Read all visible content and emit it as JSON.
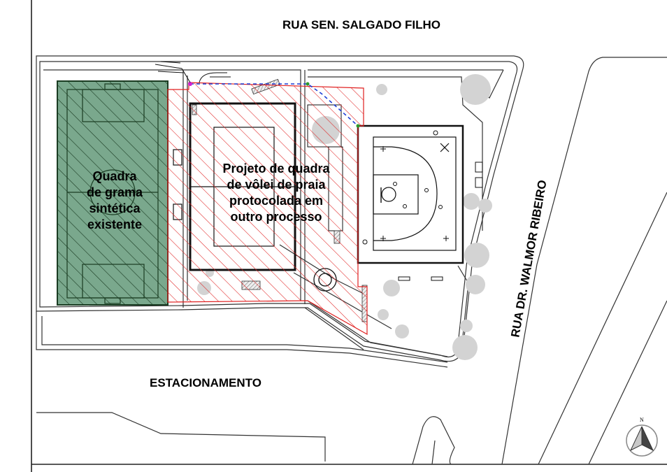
{
  "streets": {
    "top": "RUA SEN. SALGADO FILHO",
    "right": "RUA DR. WALMOR RIBEIRO"
  },
  "areas": {
    "parking": "ESTACIONAMENTO",
    "grass_court": [
      "Quadra",
      "de grama",
      "sintética",
      "existente"
    ],
    "volleyball_project": [
      "Projeto de quadra",
      "de vôlei de praia",
      "protocolada em",
      "outro processo"
    ]
  },
  "north_arrow": {
    "letter": "N"
  },
  "colors": {
    "grass_fill": "#6f9c83",
    "grass_border": "#1a3c22",
    "project_hatch": "#e02020",
    "route_line": "#1b3dd6",
    "tree": "#d2d2d2",
    "line": "#222222"
  }
}
